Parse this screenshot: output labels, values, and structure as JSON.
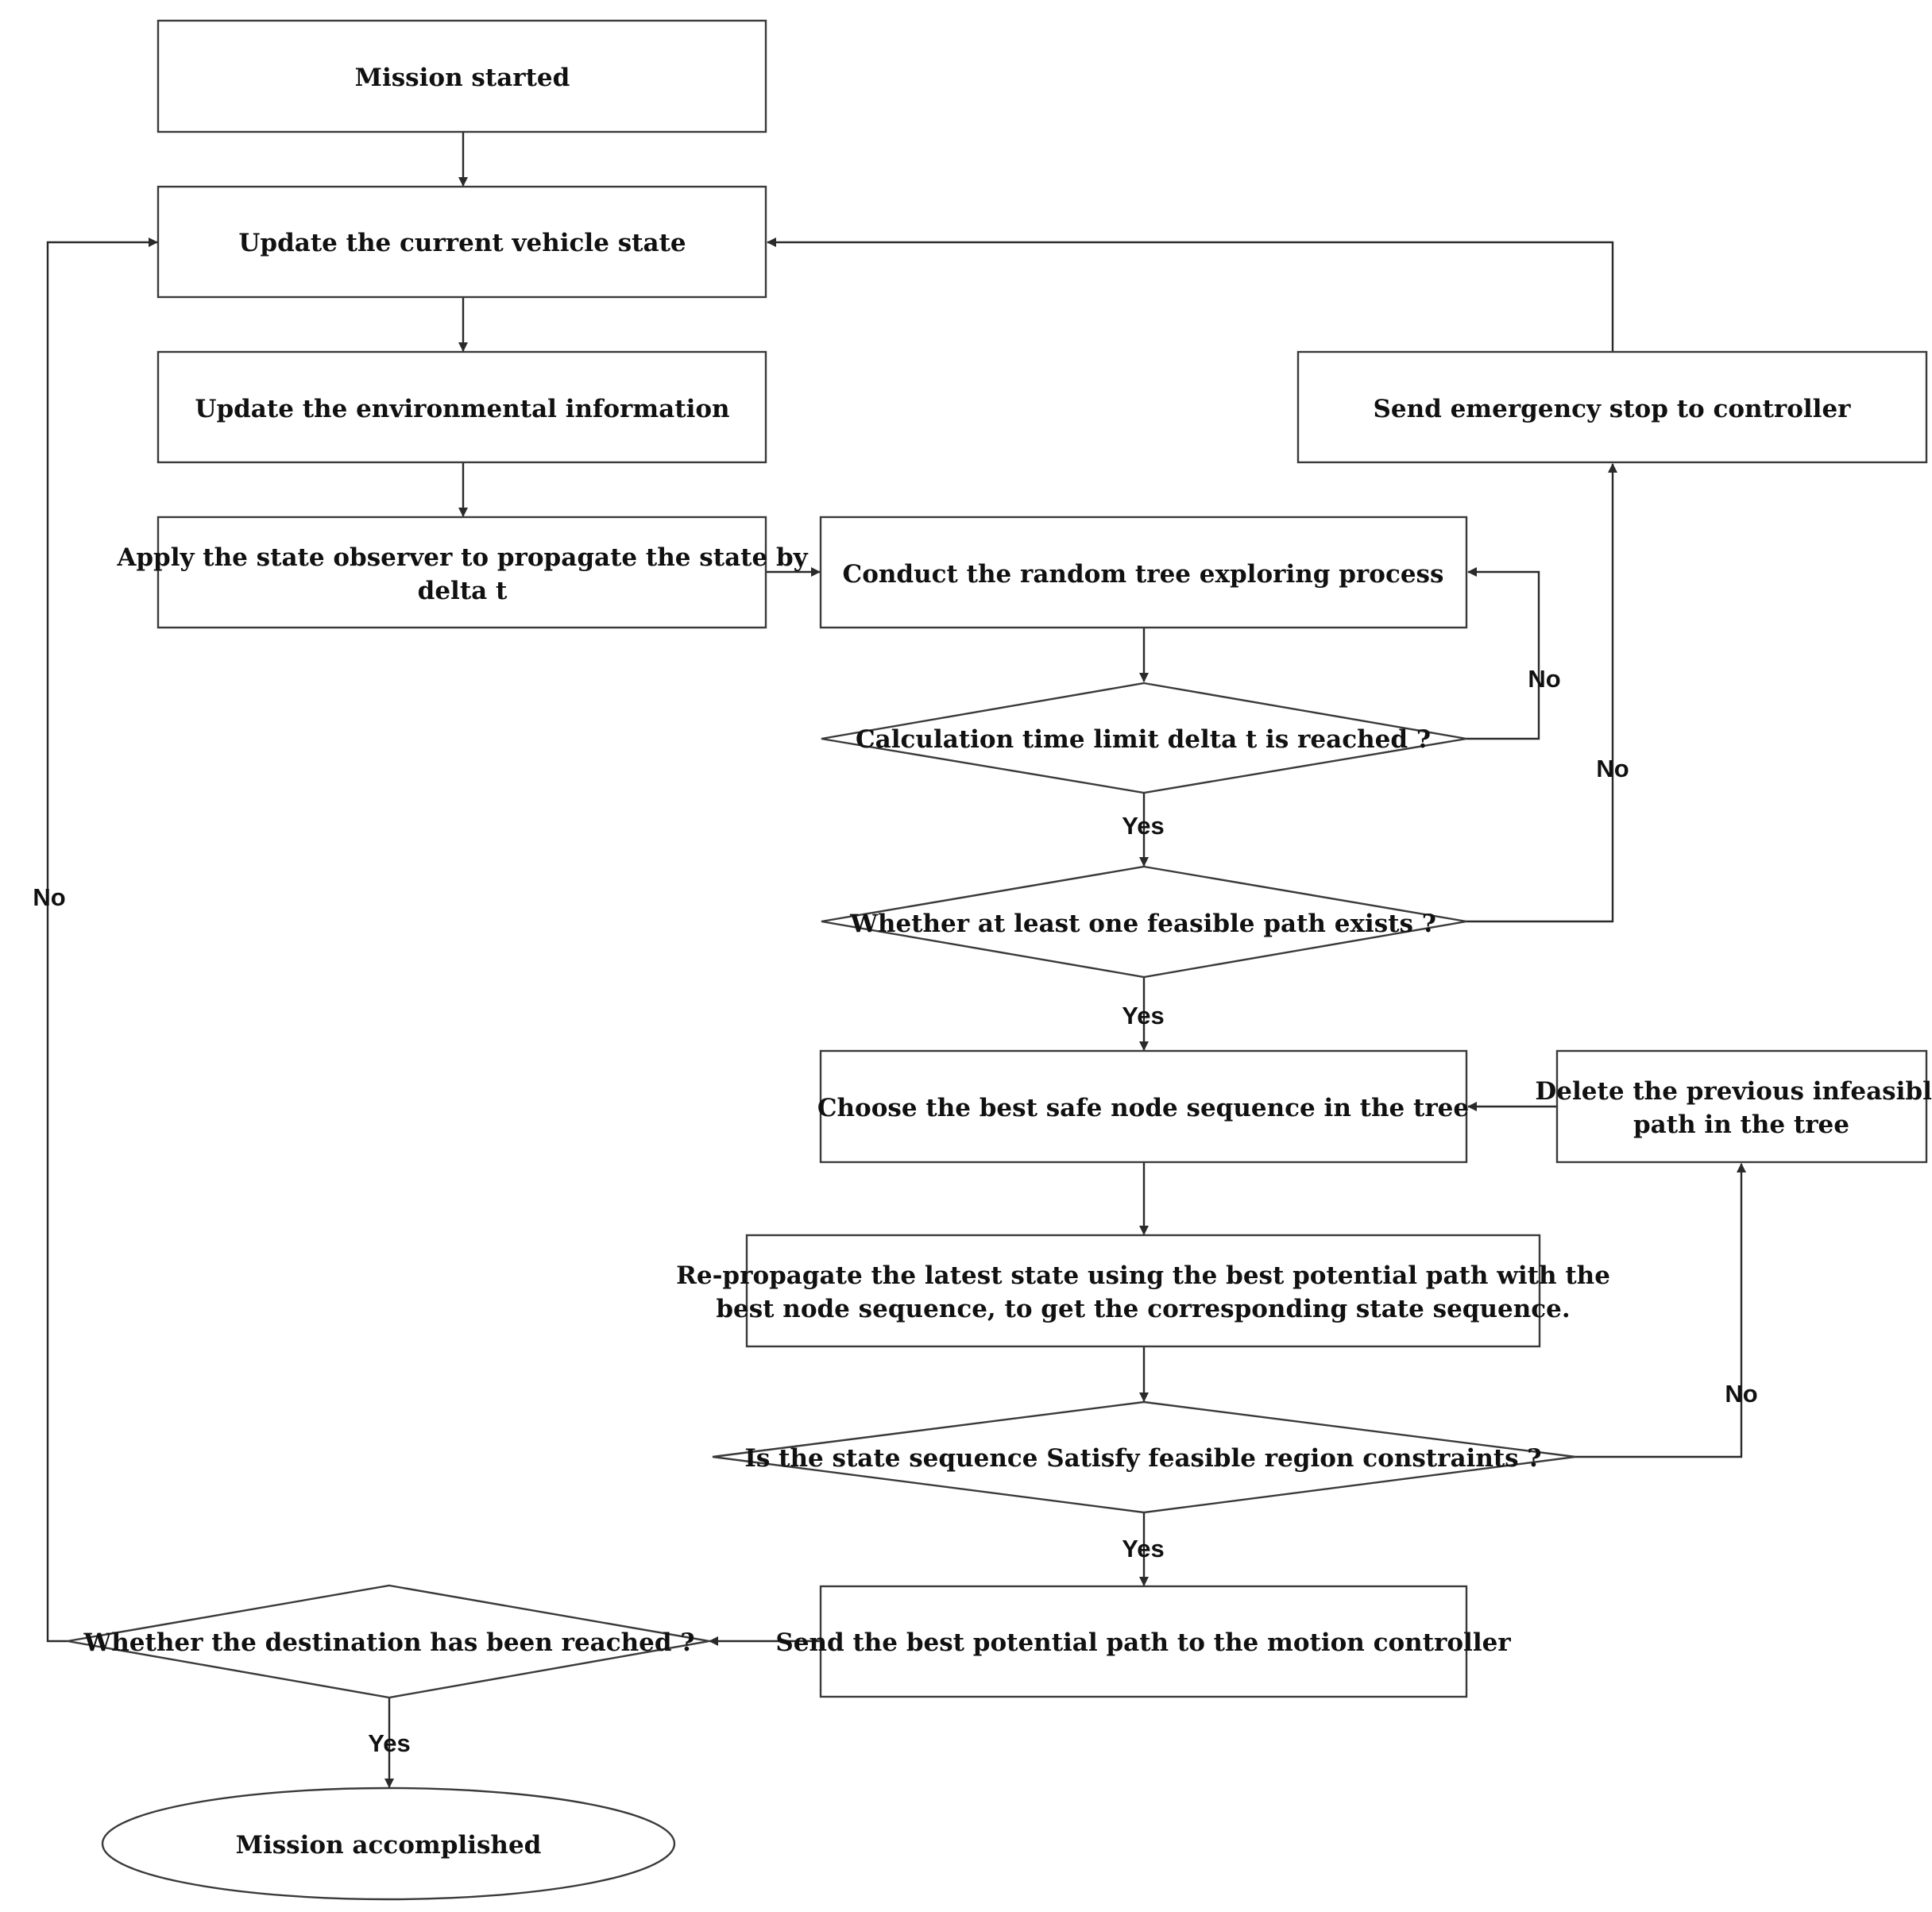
{
  "nodes": {
    "mission_started": "Mission started",
    "update_vehicle_state": "Update the current vehicle state",
    "update_environment": "Update the  environmental information",
    "apply_observer": [
      "Apply the state observer to propagate the state by",
      "delta t"
    ],
    "random_tree": "Conduct the random tree exploring process",
    "time_limit_check": "Calculation time limit delta t is reached ?",
    "feasible_path_check": "Whether at least one feasible path exists ?",
    "emergency_stop": "Send emergency stop to controller",
    "choose_best_sequence": "Choose the best safe node sequence in the tree",
    "delete_infeasible": [
      "Delete the previous infeasible",
      "path in the tree"
    ],
    "repropagate": [
      "Re-propagate the latest state using the best potential path with the",
      "best node sequence, to get the corresponding state sequence."
    ],
    "constraints_check": "Is the state sequence Satisfy feasible region constraints ?",
    "send_path": "Send the best potential path to the motion controller",
    "destination_check": "Whether the destination has been reached ?",
    "mission_accomplished": "Mission accomplished"
  },
  "edge_labels": {
    "time_limit_no": "No",
    "time_limit_yes": "Yes",
    "feasible_no": "No",
    "feasible_yes": "Yes",
    "constraints_no": "No",
    "constraints_yes": "Yes",
    "destination_no": "No",
    "destination_yes": "Yes"
  }
}
